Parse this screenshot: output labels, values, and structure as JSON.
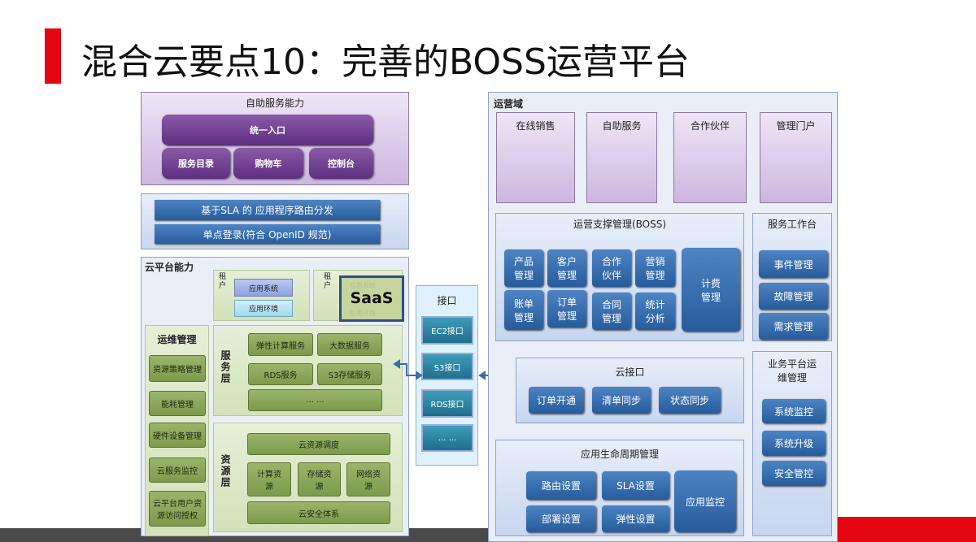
{
  "title": "混合云要点10：完善的BOSS运营平台",
  "self_service": {
    "title": "自助服务能力",
    "entry": "统一入口",
    "items": [
      "服务目录",
      "购物车",
      "控制台"
    ]
  },
  "routing": {
    "items": [
      "基于SLA 的 应用程序路由分发",
      "单点登录(符合 OpenID 规范)"
    ]
  },
  "cloud_platform": {
    "title": "云平台能力",
    "tenant1": {
      "label": "租户",
      "items": [
        "应用系统",
        "应用环境"
      ]
    },
    "tenant2": {
      "label": "租户",
      "faded": [
        "应用系统",
        "应用环境"
      ],
      "saas": "SaaS"
    },
    "ops": {
      "title": "运维管理",
      "items": [
        "资源策略管理",
        "能耗管理",
        "硬件设备管理",
        "云服务监控",
        "云平台用户资源访问授权"
      ]
    },
    "service_layer": {
      "label": "服务层",
      "items": [
        "弹性计算服务",
        "大数据服务",
        "RDS服务",
        "S3存储服务",
        "... ..."
      ]
    },
    "resource_layer": {
      "label": "资源层",
      "items": [
        "云资源调度",
        "计算资源",
        "存储资源",
        "网络资源",
        "云安全体系"
      ]
    }
  },
  "interface": {
    "title": "接口",
    "items": [
      "EC2接口",
      "S3接口",
      "RDS接口",
      "... ..."
    ]
  },
  "ops_domain": {
    "title": "运营域",
    "portals": [
      "在线销售",
      "自助服务",
      "合作伙伴",
      "管理门户"
    ],
    "boss": {
      "title": "运营支撑管理(BOSS)",
      "items": [
        "产品管理",
        "客户管理",
        "合作伙伴",
        "营销管理",
        "账单管理",
        "订单管理",
        "合同管理",
        "统计分析",
        "计费管理"
      ]
    },
    "workbench": {
      "title": "服务工作台",
      "items": [
        "事件管理",
        "故障管理",
        "需求管理"
      ]
    },
    "cloud_interface": {
      "title": "云接口",
      "items": [
        "订单开通",
        "清单同步",
        "状态同步"
      ]
    },
    "lifecycle": {
      "title": "应用生命周期管理",
      "items": [
        "路由设置",
        "SLA设置",
        "部署设置",
        "弹性设置",
        "应用监控"
      ]
    },
    "biz_ops": {
      "title": "业务平台运维管理",
      "items": [
        "系统监控",
        "系统升级",
        "安全管控"
      ]
    }
  }
}
